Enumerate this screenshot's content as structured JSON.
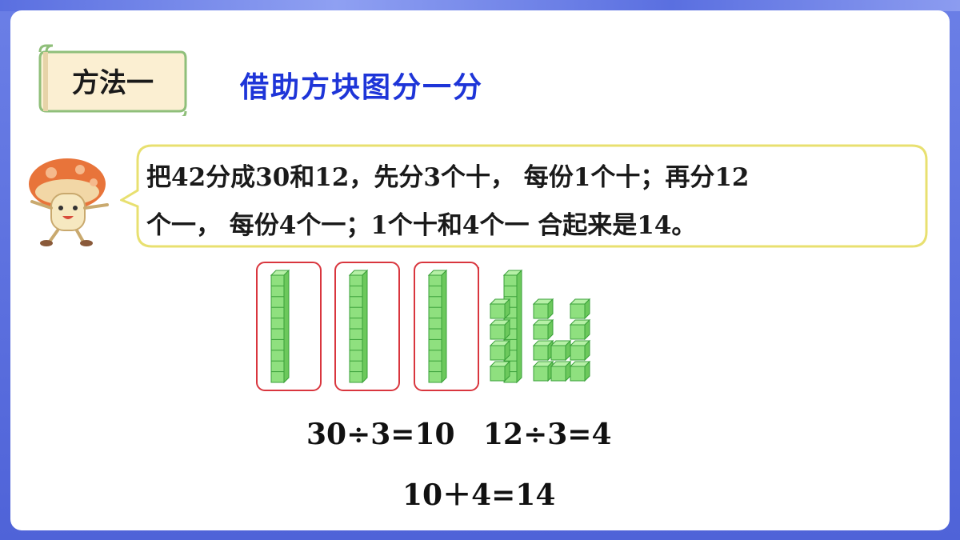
{
  "slide": {
    "method_label": "方法一",
    "heading": "借助方块图分一分",
    "speech": "把42分成30和12，先分3个十， 每份1个十；再分12个一， 每份4个一；1个十和4个一 合起来是14。",
    "speech_line1": "把42分成30和12，先分3个十， 每份1个十；再分12",
    "speech_line2": "个一， 每份4个一；1个十和4个一 合起来是14。",
    "equations": {
      "eq1": "30÷3=10",
      "eq2": "12÷3=4",
      "eq3": "10＋4=14"
    }
  },
  "colors": {
    "frame": "#5a6fe0",
    "heading": "#1e35d8",
    "block_fill": "#8fe07f",
    "block_stroke": "#3aa03a",
    "group_box": "#d9363e",
    "divider": "#d9363e",
    "bubble_border": "#e8e070"
  },
  "icons": {
    "mascot": "mushroom-character-icon",
    "scroll": "scroll-banner-icon"
  },
  "blocks": {
    "ten_rods_in_groups": 3,
    "loose_ten_rods": 1,
    "unit_cube_columns": [
      4,
      4,
      4
    ],
    "groups": 3
  }
}
